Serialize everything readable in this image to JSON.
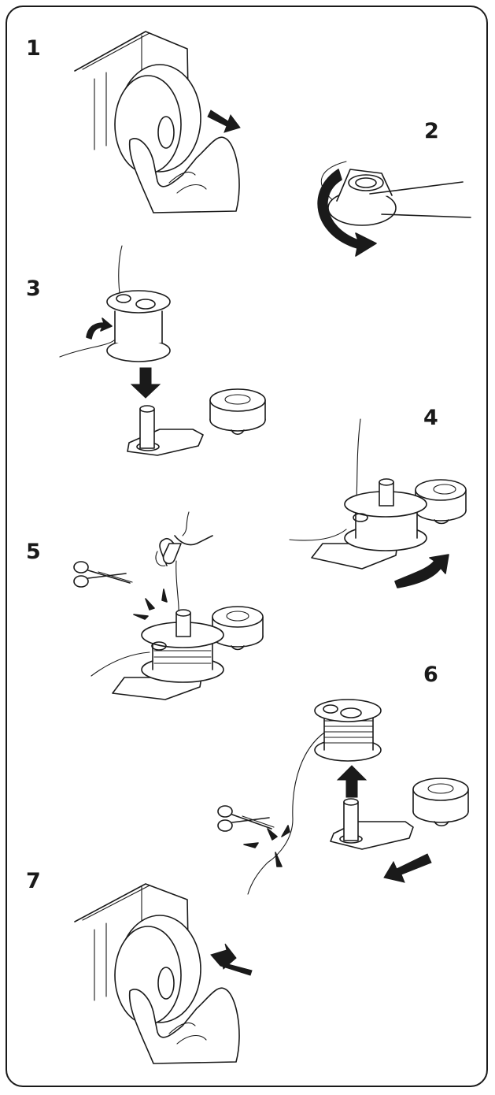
{
  "steps": [
    {
      "number": "1"
    },
    {
      "number": "2"
    },
    {
      "number": "3"
    },
    {
      "number": "4"
    },
    {
      "number": "5"
    },
    {
      "number": "6"
    },
    {
      "number": "7"
    }
  ],
  "colors": {
    "line": "#1a1a1a",
    "background": "#ffffff"
  }
}
